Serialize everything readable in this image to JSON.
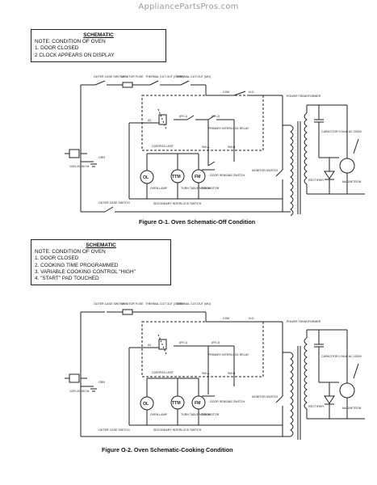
{
  "watermark": "AppliancePartsPros.com",
  "fig1": {
    "note": {
      "heading": "SCHEMATIC",
      "condition": "NOTE: CONDITION OF OVEN",
      "items": [
        "1.  DOOR CLOSED",
        "2   CLOCK APPEARS ON DISPLAY"
      ]
    },
    "caption": "Figure O-1. Oven Schematic-Off Condition"
  },
  "fig2": {
    "note": {
      "heading": "SCHEMATIC",
      "condition": "NOTE: CONDITION OF OVEN",
      "items": [
        "1.  DOOR CLOSED",
        "2.  COOKING TIME PROGRAMMED",
        "3.  VARIABLE COOKING CONTROL \"HIGH\"",
        "4.  \"START\" PAD TOUCHED"
      ]
    },
    "caption": "Figure O-2. Oven Schematic-Cooking Condition"
  },
  "labels": {
    "outer_case_switch": "OUTER CASE SWITCH",
    "monitor_fuse": "MONITOR FUSE",
    "thermal_cut_out_oven": "THERMAL CUT OUT (OVEN)",
    "thermal_cut_out_mg": "THERMAL CUT-OUT (MG)",
    "com": "COM",
    "no": "N.O.",
    "power_transformer": "POWER TRANSFORMER",
    "ry1": "(RY-1)",
    "ry2": "(RY-2)",
    "primary_interlock_relay": "PRIMARY INTERLOCK RELAY",
    "capacitor": "CAPACITOR 0.94uF AC 2200V",
    "control_unit": "CONTROL UNIT",
    "line": "120V AC 60 Hz",
    "grn": "GRN",
    "oven_lamp": "OVEN LAMP",
    "turntable_motor": "TURN TABLE MOTOR",
    "fan_motor": "FAN MOTOR",
    "door_sensing_switch": "DOOR SENSING SWITCH",
    "monitor_switch": "MONITOR SWITCH",
    "secondary_interlock_switch": "SECONDARY INTERLOCK SWITCH",
    "rectifier": "RECTIFIER",
    "magnetron": "MAGNETRON",
    "ol": "OL",
    "ttm": "TTM",
    "fm": "FM",
    "a2": "A2",
    "sw_a": "SW-A",
    "sw_b": "SW-B"
  }
}
